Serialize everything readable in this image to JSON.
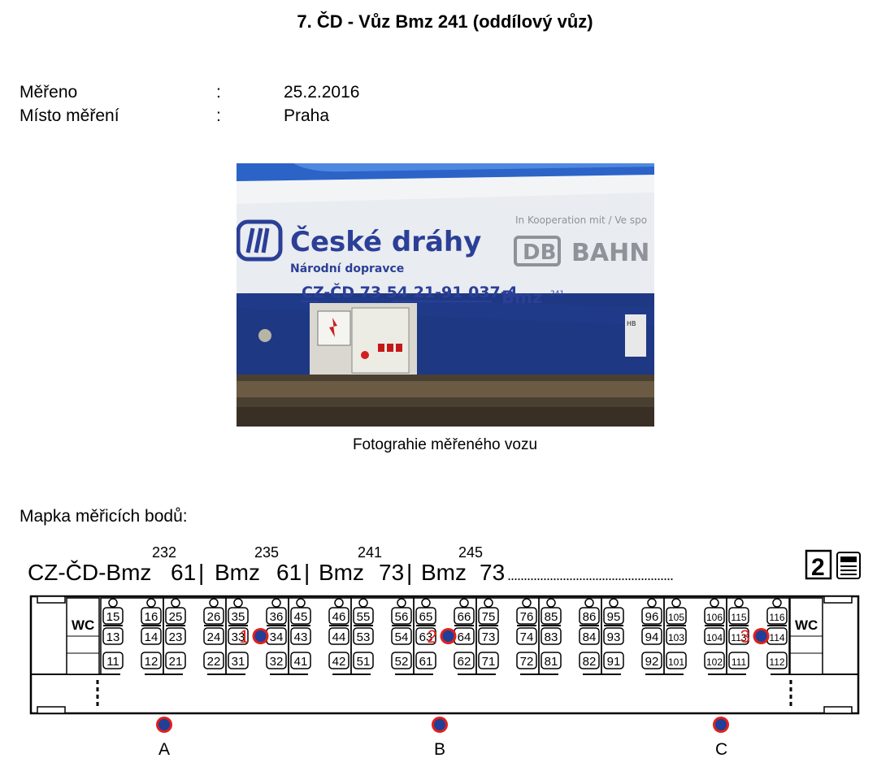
{
  "title": "7.  ČD - Vůz Bmz 241 (oddílový vůz)",
  "meta": [
    {
      "key": "Měřeno",
      "sep": ":",
      "value": "25.2.2016"
    },
    {
      "key": "Místo měření",
      "sep": ":",
      "value": "Praha"
    }
  ],
  "photo": {
    "brand": "České dráhy",
    "brand_sub": "Národní dopravce",
    "coop": "In Kooperation mit / Ve spo",
    "db_logo": "DB",
    "db_text": "BAHN",
    "car_number": "CZ-ČD 73 54 21-91 037-4",
    "car_type": "Bmz",
    "car_type_sup": "241",
    "small_label": "HB"
  },
  "caption": "Fotograhie měřeného vozu",
  "map_label": "Mapka měřicích bodů:",
  "header": {
    "prefix": "CZ-ČD-Bmz",
    "groups": [
      {
        "sup": "232",
        "num": "61"
      },
      {
        "sup": "235",
        "num": "61"
      },
      {
        "sup": "241",
        "num": "73"
      },
      {
        "sup": "245",
        "num": "73"
      }
    ],
    "bmz": "Bmz",
    "sep": "|",
    "dots": "...................................................",
    "class_number": "2"
  },
  "wc_label": "WC",
  "compartments": [
    {
      "top": [
        "15",
        "16"
      ],
      "mid": [
        "13",
        "14"
      ],
      "bot": [
        "11",
        "12"
      ]
    },
    {
      "top": [
        "25",
        "26"
      ],
      "mid": [
        "23",
        "24"
      ],
      "bot": [
        "21",
        "22"
      ]
    },
    {
      "top": [
        "35",
        "36"
      ],
      "mid": [
        "33",
        "34"
      ],
      "bot": [
        "31",
        "32"
      ]
    },
    {
      "top": [
        "45",
        "46"
      ],
      "mid": [
        "43",
        "44"
      ],
      "bot": [
        "41",
        "42"
      ]
    },
    {
      "top": [
        "55",
        "56"
      ],
      "mid": [
        "53",
        "54"
      ],
      "bot": [
        "51",
        "52"
      ]
    },
    {
      "top": [
        "65",
        "66"
      ],
      "mid": [
        "63",
        "64"
      ],
      "bot": [
        "61",
        "62"
      ]
    },
    {
      "top": [
        "75",
        "76"
      ],
      "mid": [
        "73",
        "74"
      ],
      "bot": [
        "71",
        "72"
      ]
    },
    {
      "top": [
        "85",
        "86"
      ],
      "mid": [
        "83",
        "84"
      ],
      "bot": [
        "81",
        "82"
      ]
    },
    {
      "top": [
        "95",
        "96"
      ],
      "mid": [
        "93",
        "94"
      ],
      "bot": [
        "91",
        "92"
      ]
    },
    {
      "top": [
        "105",
        "106"
      ],
      "mid": [
        "103",
        "104"
      ],
      "bot": [
        "101",
        "102"
      ]
    },
    {
      "top": [
        "115",
        "116"
      ],
      "mid": [
        "113",
        "114"
      ],
      "bot": [
        "111",
        "112"
      ]
    }
  ],
  "inner_points": [
    {
      "label": "1",
      "compartment": 2
    },
    {
      "label": "2",
      "compartment": 5
    },
    {
      "label": "3",
      "compartment": 10
    }
  ],
  "outer_points": [
    {
      "label": "A"
    },
    {
      "label": "B"
    },
    {
      "label": "C"
    }
  ],
  "colors": {
    "point_fill": "#1f3f99",
    "point_ring": "#e0201c",
    "label_red": "#e0201c",
    "photo_blue": "#2a3f8e"
  }
}
